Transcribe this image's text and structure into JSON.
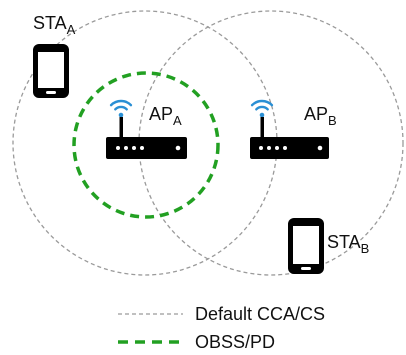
{
  "colors": {
    "background": "#ffffff",
    "cca_circle": "#9a9a9a",
    "obss_circle": "#22a022",
    "wifi_icon": "#2a8fd4",
    "device": "#000000"
  },
  "nodes": {
    "sta_a": {
      "label": "STA",
      "sub": "A",
      "icon": "smartphone-icon"
    },
    "ap_a": {
      "label": "AP",
      "sub": "A",
      "icon": "access-point-icon"
    },
    "ap_b": {
      "label": "AP",
      "sub": "B",
      "icon": "access-point-icon"
    },
    "sta_b": {
      "label": "STA",
      "sub": "B",
      "icon": "smartphone-icon"
    }
  },
  "legend": {
    "default": "Default CCA/CS",
    "obss": "OBSS/PD"
  }
}
